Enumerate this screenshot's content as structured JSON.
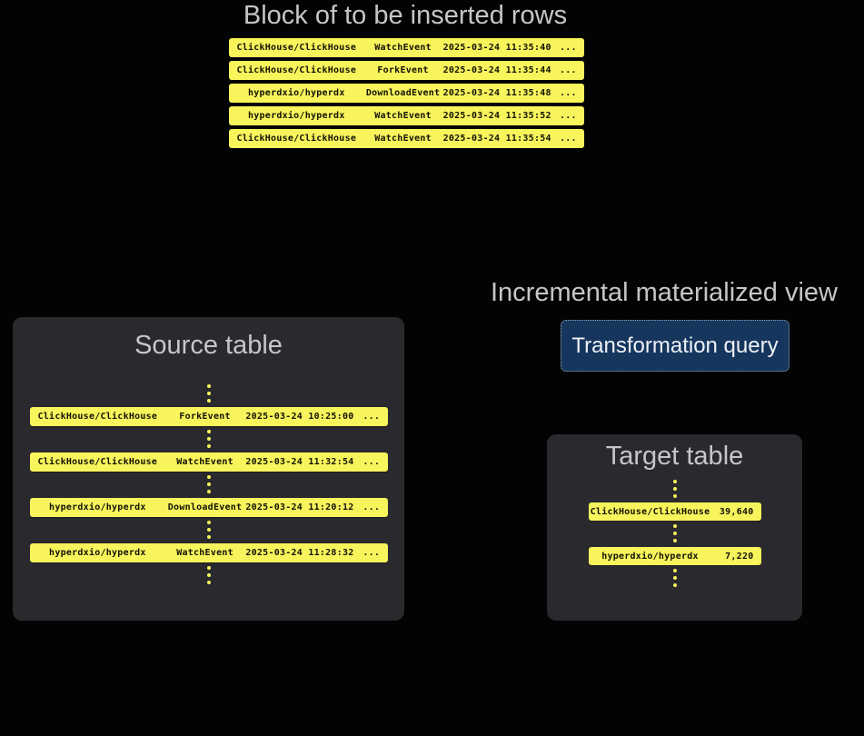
{
  "insert_block": {
    "title": "Block of to be inserted rows",
    "rows": [
      {
        "repo": "ClickHouse/ClickHouse",
        "event": "WatchEvent",
        "timestamp": "2025-03-24 11:35:40",
        "more": "..."
      },
      {
        "repo": "ClickHouse/ClickHouse",
        "event": "ForkEvent",
        "timestamp": "2025-03-24 11:35:44",
        "more": "..."
      },
      {
        "repo": "hyperdxio/hyperdx",
        "event": "DownloadEvent",
        "timestamp": "2025-03-24 11:35:48",
        "more": "..."
      },
      {
        "repo": "hyperdxio/hyperdx",
        "event": "WatchEvent",
        "timestamp": "2025-03-24 11:35:52",
        "more": "..."
      },
      {
        "repo": "ClickHouse/ClickHouse",
        "event": "WatchEvent",
        "timestamp": "2025-03-24 11:35:54",
        "more": "..."
      }
    ]
  },
  "source_table": {
    "title": "Source table",
    "rows": [
      {
        "repo": "ClickHouse/ClickHouse",
        "event": "ForkEvent",
        "timestamp": "2025-03-24 10:25:00",
        "more": "..."
      },
      {
        "repo": "ClickHouse/ClickHouse",
        "event": "WatchEvent",
        "timestamp": "2025-03-24 11:32:54",
        "more": "..."
      },
      {
        "repo": "hyperdxio/hyperdx",
        "event": "DownloadEvent",
        "timestamp": "2025-03-24 11:20:12",
        "more": "..."
      },
      {
        "repo": "hyperdxio/hyperdx",
        "event": "WatchEvent",
        "timestamp": "2025-03-24 11:28:32",
        "more": "..."
      }
    ]
  },
  "materialized_view": {
    "title": "Incremental materialized view",
    "transformation_label": "Transformation query"
  },
  "target_table": {
    "title": "Target table",
    "rows": [
      {
        "repo": "ClickHouse/ClickHouse",
        "count": "39,640"
      },
      {
        "repo": "hyperdxio/hyperdx",
        "count": "7,220"
      }
    ]
  },
  "colors": {
    "background": "#030304",
    "panel": "#2a2a2e",
    "row_yellow": "#f8f45c",
    "row_text": "#121204",
    "title_gray": "#c6c6c8",
    "query_box_navy": "#16365e",
    "query_box_border": "#9aa3ad",
    "query_text": "#eef1f5"
  }
}
